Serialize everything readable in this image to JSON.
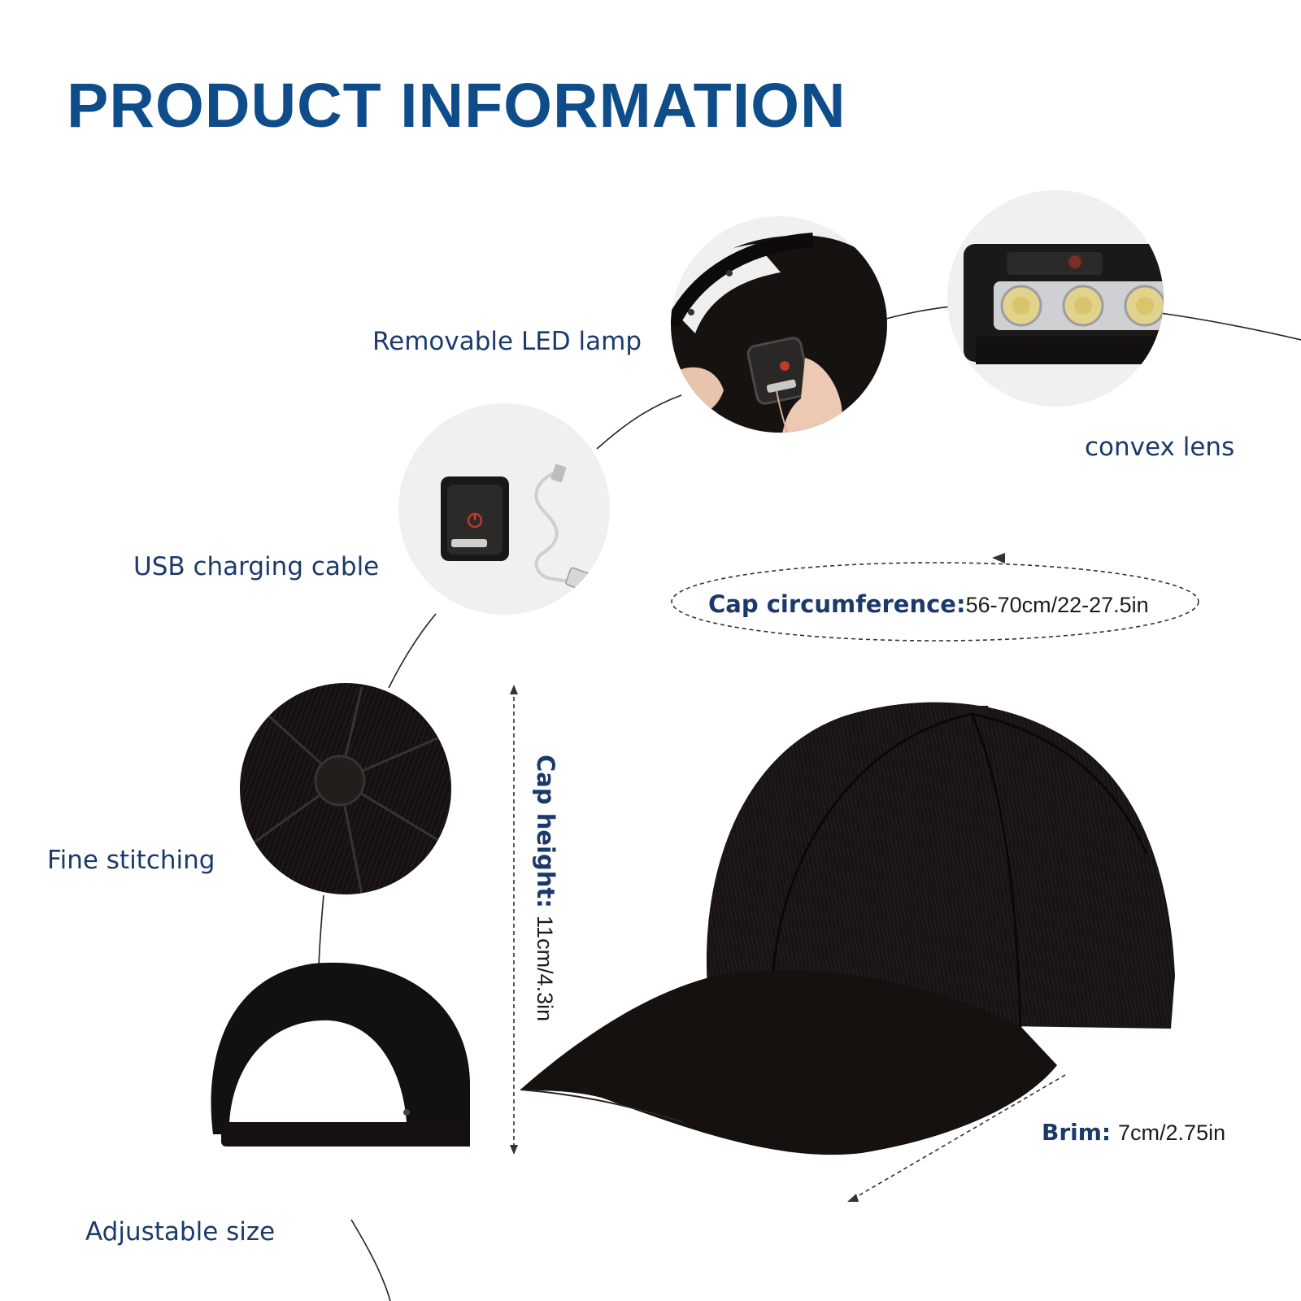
{
  "page": {
    "title": "PRODUCT INFORMATION"
  },
  "features": {
    "removable_led_lamp": "Removable LED lamp",
    "convex_lens": "convex lens",
    "usb_charging_cable": "USB charging cable",
    "fine_stitching": "Fine stitching",
    "adjustable_size": "Adjustable size"
  },
  "dimensions": {
    "circumference_label": "Cap circumference:",
    "circumference_value": "56-70cm/22-27.5in",
    "height_label": "Cap height:",
    "height_value": "11cm/4.3in",
    "brim_label": "Brim:",
    "brim_value": "7cm/2.75in"
  },
  "colors": {
    "title": "#0f4c8a",
    "label": "#1b3a6b",
    "dark_text": "#1c1c1c",
    "cap": "#141110",
    "circle_bg": "#f0f0f0",
    "led": "#e8d98a"
  },
  "icons": {
    "power_button": "power-icon"
  }
}
